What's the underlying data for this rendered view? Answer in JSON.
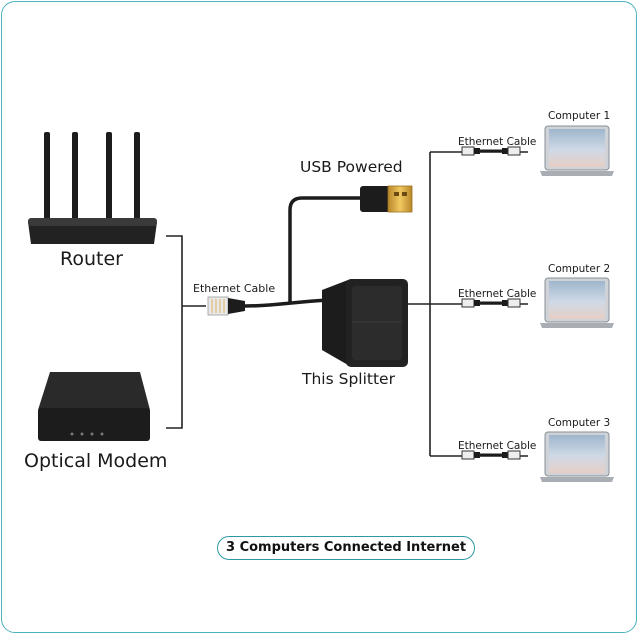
{
  "nodes": {
    "router": "Router",
    "modem": "Optical Modem",
    "usb": "USB Powered",
    "splitter": "This Splitter",
    "input_cable": "Ethernet Cable",
    "computers": [
      {
        "name": "Computer 1",
        "cable": "Ethernet Cable"
      },
      {
        "name": "Computer 2",
        "cable": "Ethernet Cable"
      },
      {
        "name": "Computer 3",
        "cable": "Ethernet Cable"
      }
    ]
  },
  "caption": "3 Computers Connected Internet",
  "colors": {
    "border": "#4fb3bf",
    "caption_border": "#2e9aa6",
    "device": "#1c1c1c",
    "gold": "#d8a838"
  }
}
